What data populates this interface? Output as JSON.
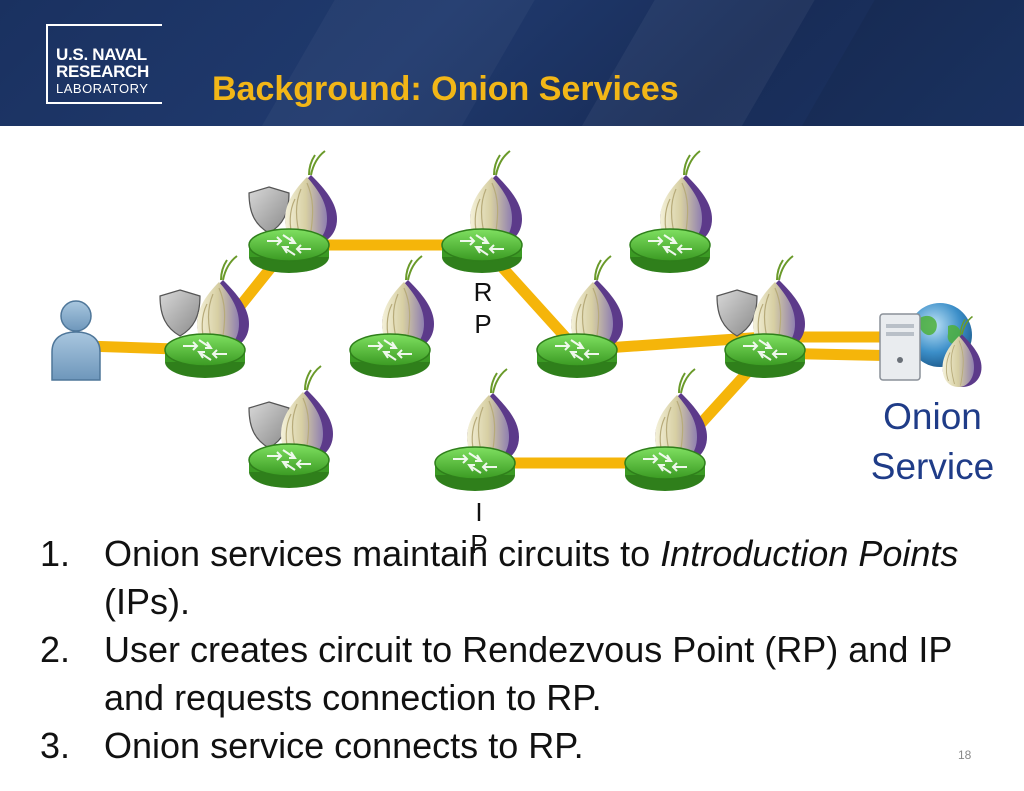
{
  "header": {
    "logo": {
      "line1": "U.S. NAVAL",
      "line2": "RESEARCH",
      "line3": "LABORATORY"
    },
    "title": "Background: Onion Services"
  },
  "diagram": {
    "onion_service_label": "Onion Service",
    "rp_label": "R P",
    "ip_label": "I P",
    "colors": {
      "link": "#f5b50a",
      "router": "#5cc43a",
      "onion_purple": "#5c3a8a",
      "service_label": "#1f3c88"
    }
  },
  "steps": [
    {
      "num": "1.",
      "text_before": "Onion services maintain circuits to ",
      "italic": "Introduction Points",
      "text_after": " (IPs)."
    },
    {
      "num": "2.",
      "text_before": "User creates circuit to Rendezvous Point (RP) and IP and requests connection to RP.",
      "italic": "",
      "text_after": ""
    },
    {
      "num": "3.",
      "text_before": "Onion service connects to RP.",
      "italic": "",
      "text_after": ""
    }
  ],
  "page_number": "18"
}
